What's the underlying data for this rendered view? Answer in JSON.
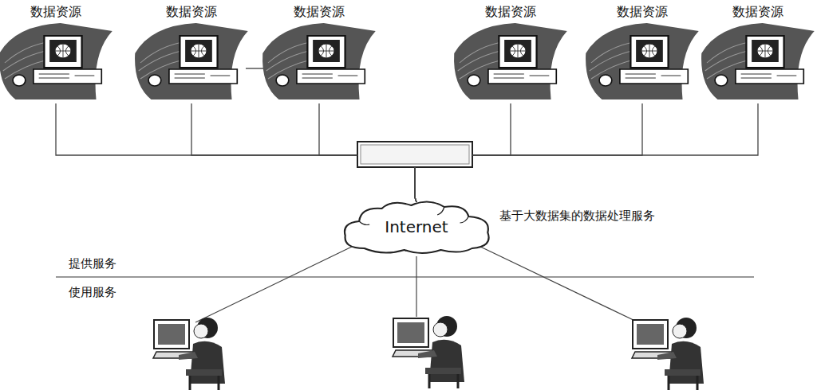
{
  "diagram": {
    "nodes": [
      {
        "text": [
          "数据资源"
        ]
      },
      {
        "text": [
          "数据资源"
        ]
      },
      {
        "text": [
          "数据资源"
        ]
      },
      {
        "text": [
          "数据资源"
        ]
      },
      {
        "text": [
          "数据资源"
        ]
      },
      {
        "text": [
          "数据资源"
        ]
      },
      {
        "text": [
          "Internet"
        ]
      }
    ],
    "edges": [
      {
        "from": 0,
        "to": 6,
        "arrow": "none"
      },
      {
        "from": 1,
        "to": 6,
        "arrow": "none"
      },
      {
        "from": 2,
        "to": 6,
        "arrow": "none"
      },
      {
        "from": 3,
        "to": 6,
        "arrow": "none"
      },
      {
        "from": 4,
        "to": 6,
        "arrow": "none"
      },
      {
        "from": 5,
        "to": 6,
        "arrow": "none"
      }
    ],
    "labels": [
      "基于大数据集的数据处理服务",
      "提供服务",
      "使用服务"
    ]
  }
}
